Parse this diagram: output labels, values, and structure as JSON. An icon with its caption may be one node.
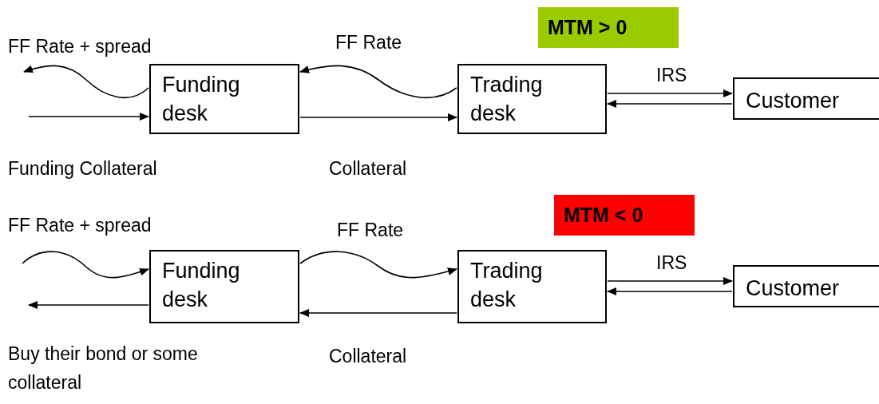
{
  "diagram": {
    "nodes": [
      {
        "text": [
          "Funding desk"
        ]
      },
      {
        "text": [
          "Trading desk"
        ]
      },
      {
        "text": [
          "Customer"
        ]
      },
      {
        "text": [
          "MTM > 0"
        ]
      },
      {
        "text": [
          "Funding desk"
        ]
      },
      {
        "text": [
          "Trading desk"
        ]
      },
      {
        "text": [
          "Customer"
        ]
      },
      {
        "text": [
          "MTM < 0"
        ]
      }
    ],
    "edges": [
      {
        "from": 0,
        "to": null,
        "arrow": "to",
        "label": "FF Rate + spread"
      },
      {
        "from": null,
        "to": 0,
        "arrow": "to",
        "label": "Funding Collateral"
      },
      {
        "from": 1,
        "to": 0,
        "arrow": "to",
        "label": "FF Rate"
      },
      {
        "from": 0,
        "to": 1,
        "arrow": "to",
        "label": "Collateral"
      },
      {
        "from": 1,
        "to": 2,
        "arrow": "to",
        "label": "IRS"
      },
      {
        "from": 2,
        "to": 1,
        "arrow": "to"
      },
      {
        "from": null,
        "to": 4,
        "arrow": "to",
        "label": "FF Rate + spread"
      },
      {
        "from": 4,
        "to": null,
        "arrow": "to",
        "label": "Buy their bond or some collateral"
      },
      {
        "from": 4,
        "to": 5,
        "arrow": "to",
        "label": "FF Rate"
      },
      {
        "from": 5,
        "to": 4,
        "arrow": "to",
        "label": "Collateral"
      },
      {
        "from": 5,
        "to": 6,
        "arrow": "to",
        "label": "IRS"
      },
      {
        "from": 6,
        "to": 5,
        "arrow": "to"
      }
    ]
  }
}
